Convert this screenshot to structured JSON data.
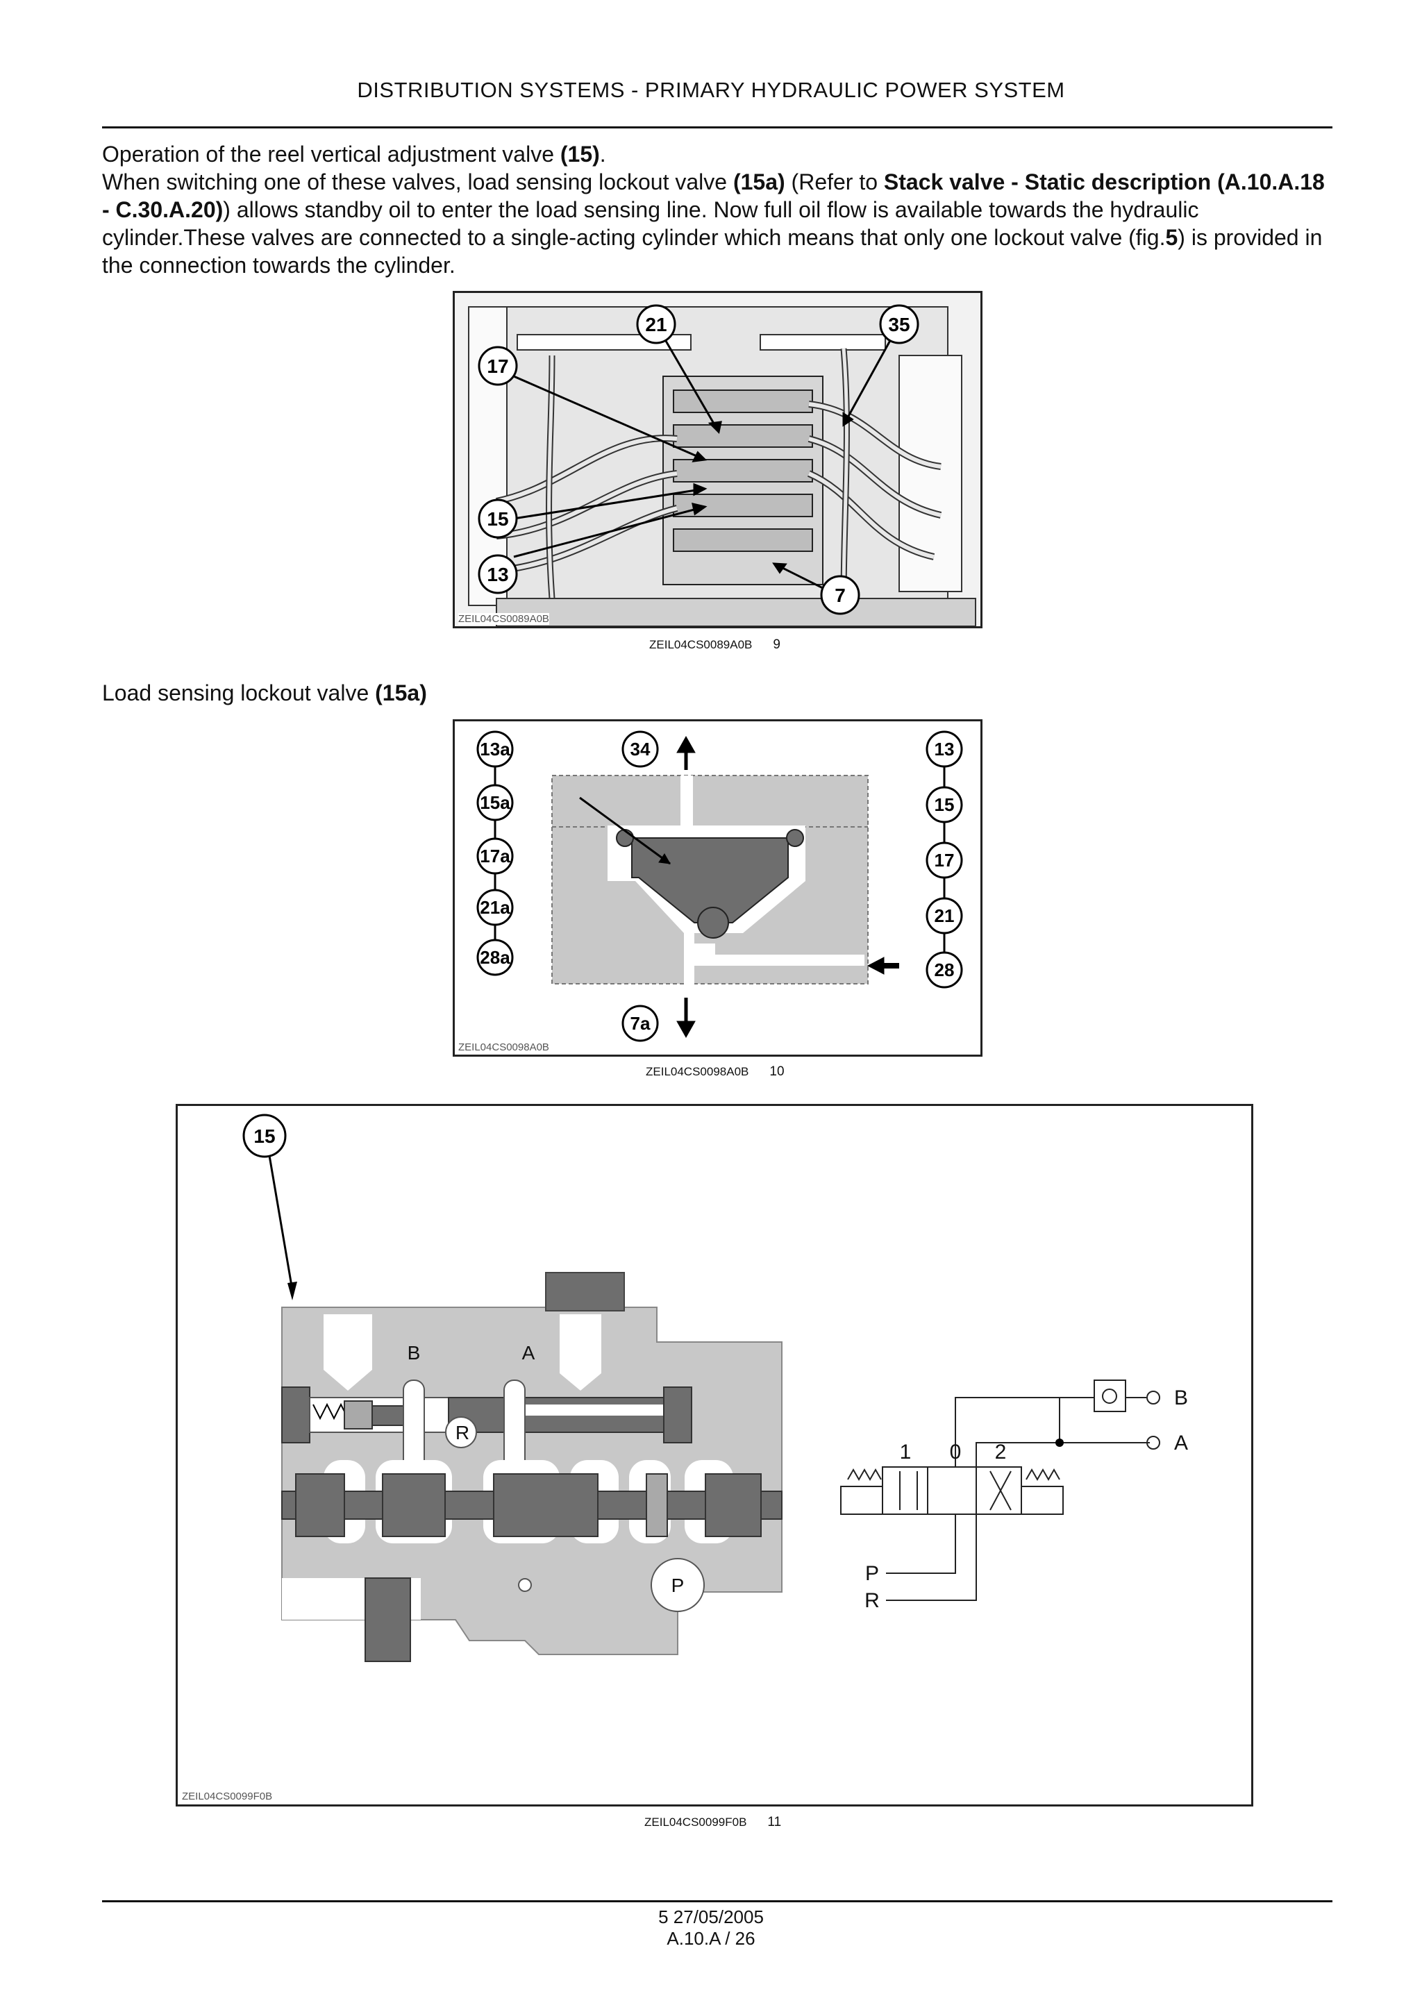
{
  "header": {
    "title": "DISTRIBUTION SYSTEMS - PRIMARY HYDRAULIC POWER SYSTEM"
  },
  "intro": {
    "line1": "Operation of the reel vertical adjustment valve ",
    "line1_ref": "(15)",
    "line1_end": ".",
    "s1": "When switching one of these valves, load sensing lockout valve ",
    "s1_ref": "(15a)",
    "s2": " (Refer to ",
    "s2_link": "Stack valve - Static description (A.10.A.18 - C.30.A.20)",
    "s3": ") allows standby oil to enter the load sensing line. Now full oil flow is available towards the hydraulic cylinder.These valves are connected to a single-acting cylinder which means that only one lockout valve (fig.",
    "s3_ref": "5",
    "s4": ") is provided in the connection towards the cylinder."
  },
  "figure9": {
    "code": "ZEIL04CS0089A0B",
    "caption_code": "ZEIL04CS0089A0B",
    "caption_num": "9",
    "callouts": [
      "21",
      "35",
      "17",
      "15",
      "13",
      "7"
    ]
  },
  "section2": {
    "text": "Load sensing lockout valve ",
    "ref": "(15a)"
  },
  "figure10": {
    "code": "ZEIL04CS0098A0B",
    "caption_code": "ZEIL04CS0098A0B",
    "caption_num": "10",
    "left_callouts": [
      "13a",
      "15a",
      "17a",
      "21a",
      "28a"
    ],
    "right_callouts": [
      "13",
      "15",
      "17",
      "21",
      "28"
    ],
    "top_callout": "34",
    "bottom_callout": "7a"
  },
  "figure11": {
    "code": "ZEIL04CS0099F0B",
    "caption_code": "ZEIL04CS0099F0B",
    "caption_num": "11",
    "callout": "15",
    "port_b": "B",
    "port_a": "A",
    "port_r": "R",
    "port_p": "P",
    "sym_b": "B",
    "sym_a": "A",
    "sym_p": "P",
    "sym_r": "R",
    "pos_1": "1",
    "pos_0": "0",
    "pos_2": "2"
  },
  "footer": {
    "line1": "5 27/05/2005",
    "line2": "A.10.A / 26"
  },
  "colors": {
    "body_gray": "#c8c8c8",
    "dark_gray": "#6e6e6e",
    "mid_gray": "#a9a9a9",
    "line": "#111111"
  }
}
